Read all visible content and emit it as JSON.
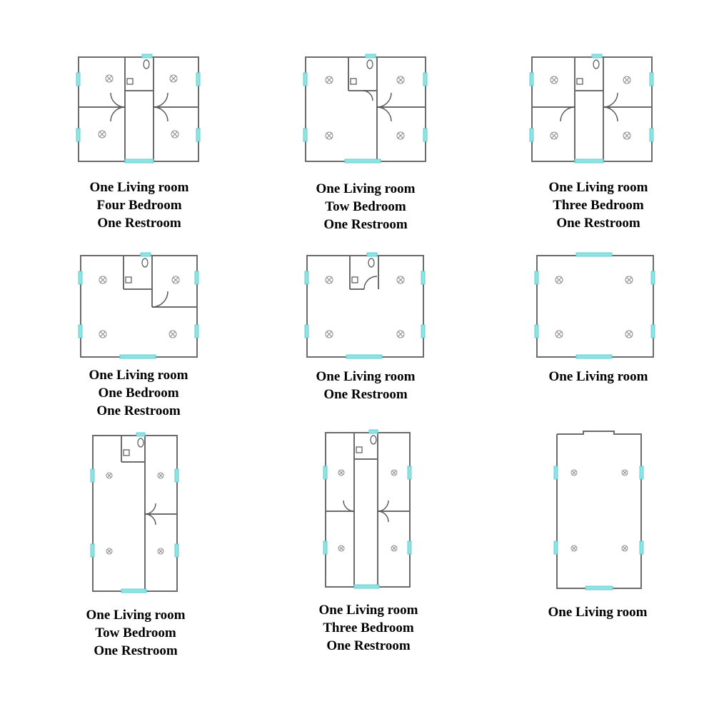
{
  "layouts": [
    {
      "id": "p1",
      "lines": [
        "One Living room",
        "Four Bedroom",
        "One Restroom"
      ]
    },
    {
      "id": "p2",
      "lines": [
        "One Living room",
        "Tow Bedroom",
        "One Restroom"
      ]
    },
    {
      "id": "p3",
      "lines": [
        "One Living room",
        "Three Bedroom",
        "One Restroom"
      ]
    },
    {
      "id": "p4",
      "lines": [
        "One Living room",
        "One Bedroom",
        "One Restroom"
      ]
    },
    {
      "id": "p5",
      "lines": [
        "One Living room",
        "One Restroom"
      ]
    },
    {
      "id": "p6",
      "lines": [
        "One Living room"
      ]
    },
    {
      "id": "p7",
      "lines": [
        "One Living room",
        "Tow Bedroom",
        "One Restroom"
      ]
    },
    {
      "id": "p8",
      "lines": [
        "One Living room",
        "Three Bedroom",
        "One Restroom"
      ]
    },
    {
      "id": "p9",
      "lines": [
        "One Living room"
      ]
    }
  ],
  "colors": {
    "wall": "#6b6b6b",
    "window": "#8fe3e3",
    "text": "#000000"
  }
}
